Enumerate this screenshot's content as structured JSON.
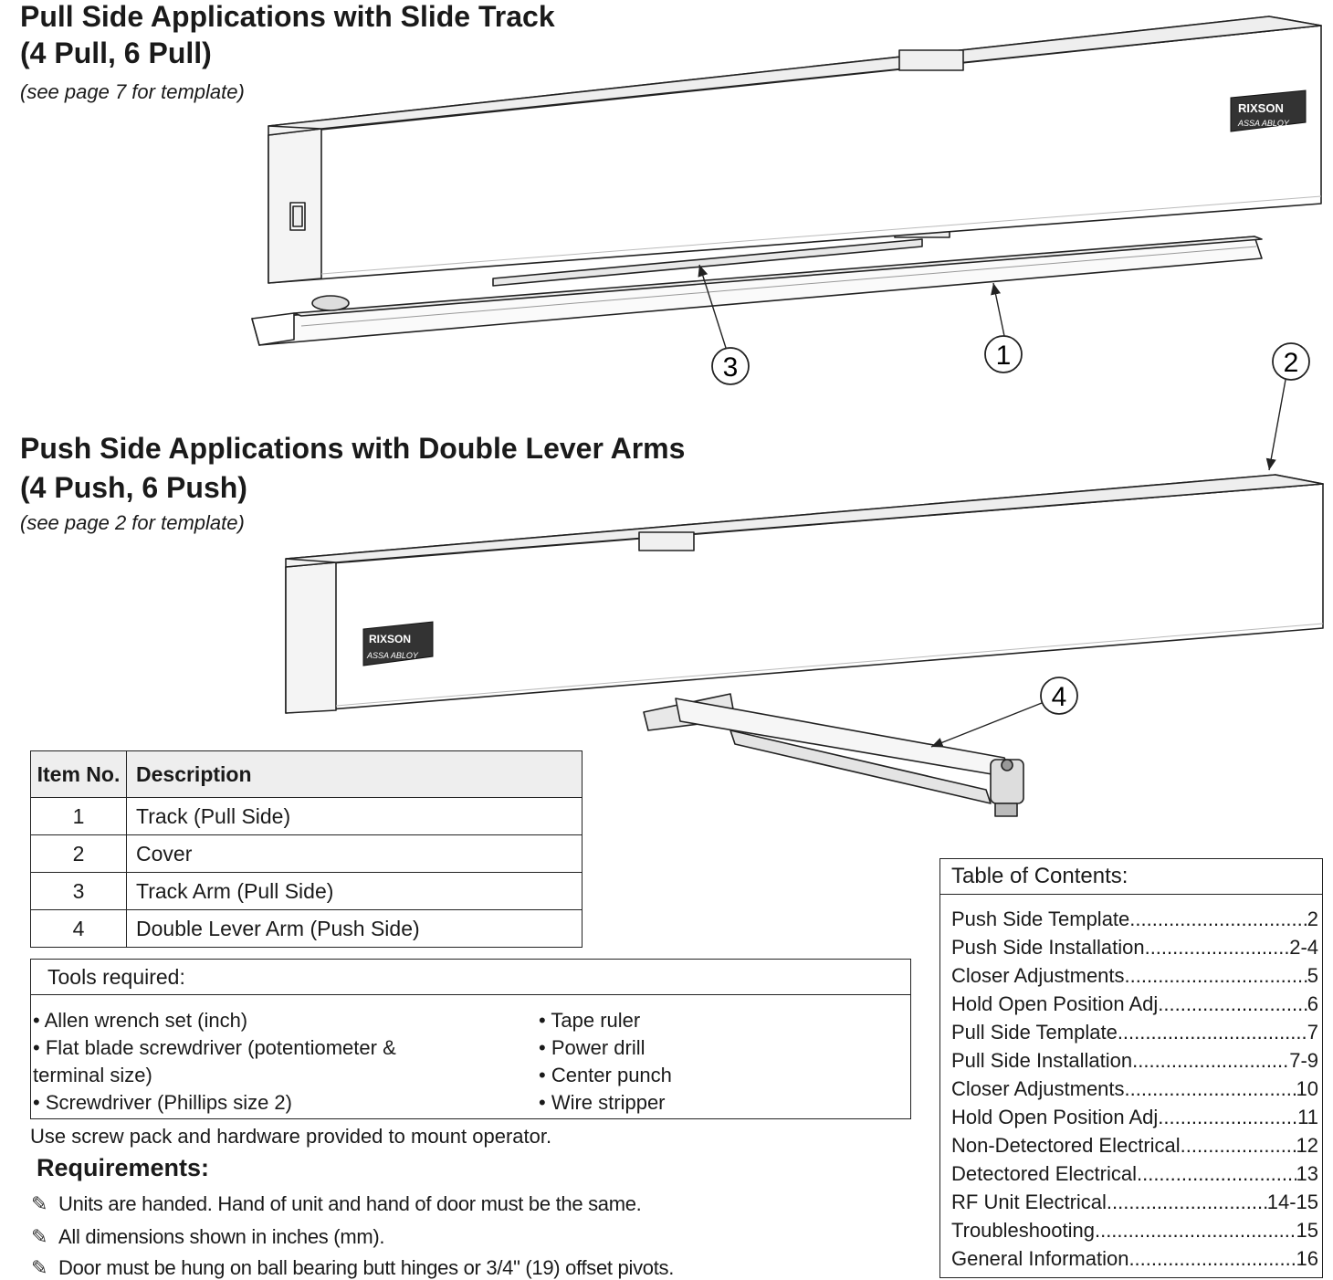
{
  "pull_section": {
    "title_line1": "Pull Side Applications with Slide Track",
    "title_line2": "(4 Pull, 6 Pull)",
    "subtitle": "(see page 7 for template)",
    "callouts": [
      "3",
      "1",
      "2"
    ]
  },
  "push_section": {
    "title_line1": "Push Side Applications with Double Lever Arms",
    "title_line2": "(4 Push, 6 Push)",
    "subtitle": "(see page 2 for template)",
    "callouts": [
      "4"
    ]
  },
  "logo": {
    "brand": "RIXSON",
    "group": "ASSA ABLOY"
  },
  "items_table": {
    "headers": [
      "Item No.",
      "Description"
    ],
    "rows": [
      {
        "no": "1",
        "desc": "Track (Pull Side)"
      },
      {
        "no": "2",
        "desc": "Cover"
      },
      {
        "no": "3",
        "desc": "Track Arm (Pull Side)"
      },
      {
        "no": "4",
        "desc": "Double Lever Arm (Push Side)"
      }
    ]
  },
  "tools": {
    "title": "Tools required:",
    "col1": [
      "• Allen wrench set (inch)",
      "• Flat blade screwdriver (potentiometer &",
      "terminal size)",
      "• Screwdriver (Phillips size 2)"
    ],
    "col2": [
      "• Tape ruler",
      "• Power drill",
      "• Center punch",
      "• Wire stripper"
    ]
  },
  "note": "Use screw pack and hardware provided to mount operator.",
  "requirements": {
    "heading": "Requirements:",
    "items": [
      "Units are handed. Hand of unit and hand of door must be the same.",
      "All dimensions shown in inches (mm).",
      "Door must be hung on ball bearing butt hinges or 3/4\" (19) offset pivots."
    ]
  },
  "toc": {
    "title": "Table of Contents:",
    "entries": [
      {
        "label": "Push Side Template",
        "page": "2"
      },
      {
        "label": "Push Side Installation",
        "page": "2-4"
      },
      {
        "label": "Closer Adjustments",
        "page": "5"
      },
      {
        "label": "Hold Open Position Adj.",
        "page": "6"
      },
      {
        "label": "Pull Side Template",
        "page": "7"
      },
      {
        "label": "Pull Side Installation",
        "page": "7-9"
      },
      {
        "label": "Closer Adjustments",
        "page": "10"
      },
      {
        "label": "Hold Open Position Adj.",
        "page": "11"
      },
      {
        "label": "Non-Detectored Electrical",
        "page": "12"
      },
      {
        "label": "Detectored Electrical",
        "page": "13"
      },
      {
        "label": "RF Unit Electrical",
        "page": "14-15"
      },
      {
        "label": "Troubleshooting",
        "page": "15"
      },
      {
        "label": "General Information",
        "page": "16"
      }
    ]
  }
}
